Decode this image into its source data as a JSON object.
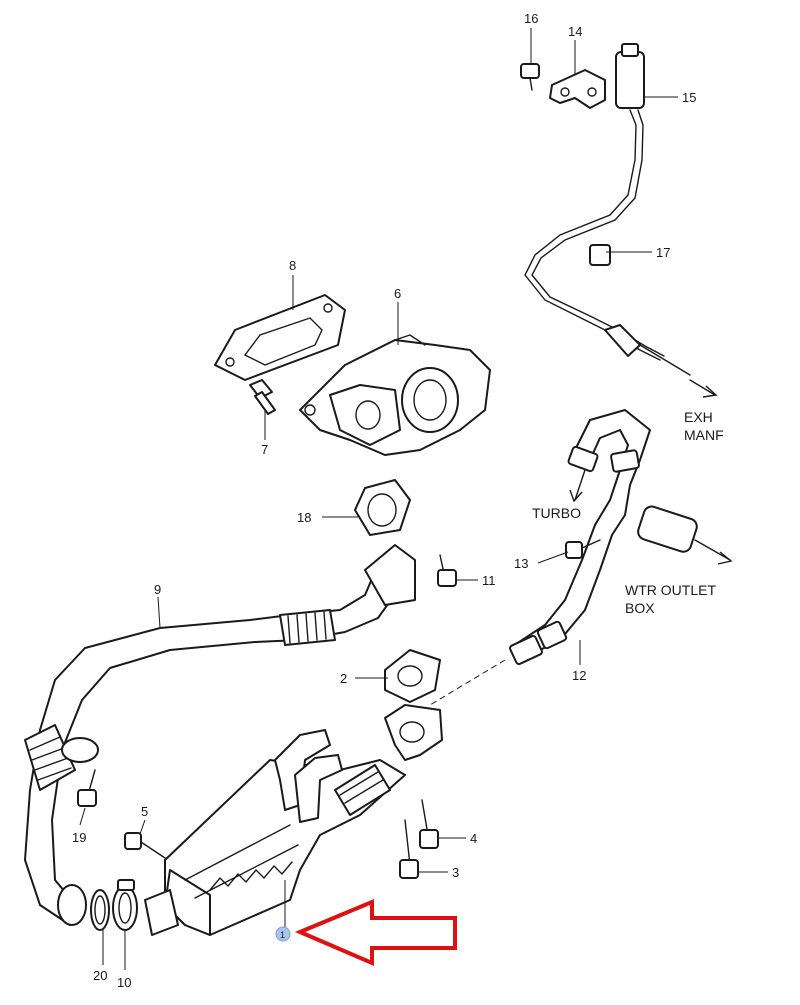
{
  "callouts": {
    "c1": "1",
    "c2": "2",
    "c3": "3",
    "c4": "4",
    "c5": "5",
    "c6": "6",
    "c7": "7",
    "c8": "8",
    "c9": "9",
    "c10": "10",
    "c11": "11",
    "c12": "12",
    "c13": "13",
    "c14": "14",
    "c15": "15",
    "c16": "16",
    "c17": "17",
    "c18": "18",
    "c19": "19",
    "c20": "20"
  },
  "notes": {
    "exh_line1": "EXH",
    "exh_line2": "MANF",
    "turbo": "TURBO",
    "wtr_line1": "WTR OUTLET",
    "wtr_line2": "BOX"
  },
  "colors": {
    "highlight_arrow": "#e01010",
    "part1_marker": "#a9c4ee",
    "line": "#1a1a1a"
  }
}
